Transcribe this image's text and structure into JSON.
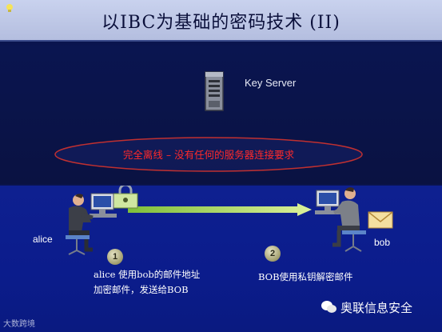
{
  "title": "以IBC为基础的密码技术 (II)",
  "key_server": {
    "label": "Key Server",
    "icon": "server-icon"
  },
  "offline_note": "完全离线 – 没有任何的服务器连接要求",
  "alice": {
    "label": "alice",
    "icon": "person-at-computer-icon"
  },
  "bob": {
    "label": "bob",
    "icon": "person-at-computer-icon"
  },
  "steps": [
    {
      "number": "1",
      "lines": [
        "alice 使用bob的邮件地址",
        "加密邮件，发送给BOB"
      ]
    },
    {
      "number": "2",
      "lines": [
        "BOB使用私钥解密邮件"
      ]
    }
  ],
  "watermarks": {
    "left": "大数跨境",
    "right": "奥联信息安全"
  },
  "colors": {
    "title_bar": "#c2cbe8",
    "background_top": "#0a1550",
    "background_bottom": "#0b1c8c",
    "note_text": "#ff2a2a",
    "arrow": "#c9e86a"
  }
}
